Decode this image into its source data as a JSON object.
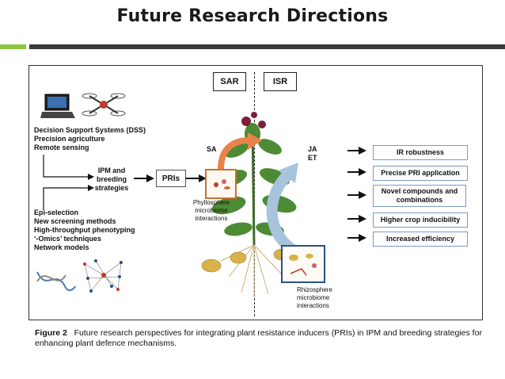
{
  "title": "Future Research Directions",
  "figure": {
    "sar": "SAR",
    "isr": "ISR",
    "sa": "SA",
    "ja": "JA",
    "et": "ET",
    "left_top": [
      "Decision Support Systems (DSS)",
      "Precision agriculture",
      "Remote sensing"
    ],
    "ipm": [
      "IPM and",
      "breeding",
      "strategies"
    ],
    "pris": "PRIs",
    "left_bottom": [
      "Epi-selection",
      "New screening methods",
      "High-throughput phenotyping",
      "‘-Omics’ techniques",
      "Network models"
    ],
    "phyllosphere": [
      "Phyllosphere",
      "microbiome",
      "interactions"
    ],
    "rhizosphere": [
      "Rhizosphere",
      "microbiome",
      "interactions"
    ],
    "outcomes": [
      {
        "label": "IR robustness"
      },
      {
        "label": "Precise PRI application"
      },
      {
        "label": "Novel compounds and combinations"
      },
      {
        "label": "Higher crop inducibility"
      },
      {
        "label": "Increased efficiency"
      }
    ]
  },
  "caption": {
    "fig_label": "Figure 2",
    "text": "Future research perspectives for integrating plant resistance inducers (PRIs) in IPM and breeding strategies for enhancing plant defence mechanisms."
  },
  "colors": {
    "green_accent": "#8dc63f",
    "dark_bar": "#3a3a3a",
    "box_border": "#7a9bc2",
    "orange": "#e8844a",
    "blue_arrow": "#a8c4dc"
  }
}
